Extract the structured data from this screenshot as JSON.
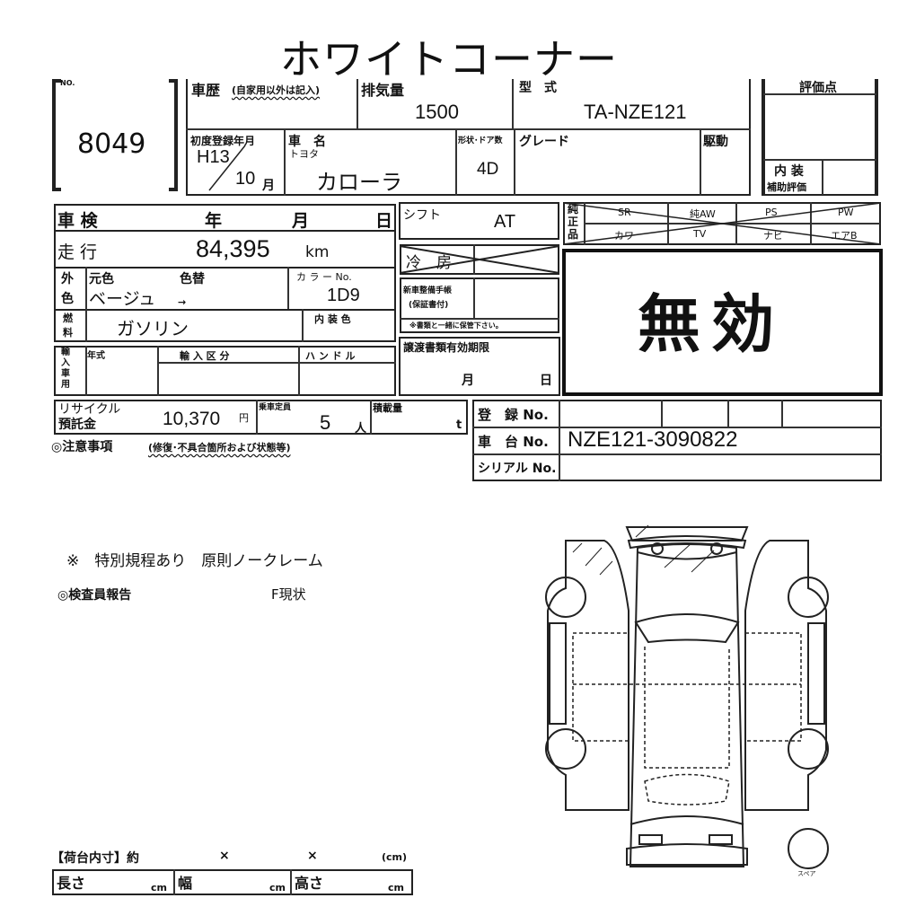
{
  "title": "ホワイトコーナー",
  "lot": {
    "label": "NO.",
    "number": "8049"
  },
  "vehicle": {
    "history_label": "車歴",
    "history_note": "(自家用以外は記入)",
    "displacement_label": "排気量",
    "displacement": "1500",
    "model_code_label": "型　式",
    "model_code": "TA-NZE121",
    "first_reg_label": "初度登録年月",
    "first_reg_era": "H13",
    "first_reg_month": "10",
    "month_unit": "月",
    "name_label": "車　名",
    "maker": "トヨタ",
    "name": "カローラ",
    "body_label": "形状･ドア数",
    "body": "4D",
    "grade_label": "グレード",
    "drive_label": "駆動"
  },
  "rating": {
    "label": "評価点",
    "interior_label": "内 装",
    "interior_sub": "補助評価"
  },
  "inspection": {
    "label": "車 検",
    "year": "年",
    "month": "月",
    "day": "日"
  },
  "mileage": {
    "label": "走 行",
    "value": "84,395",
    "unit": "km"
  },
  "color": {
    "label_1": "外",
    "label_2": "色",
    "orig_label": "元色",
    "change_label": "色替",
    "orig": "ベージュ",
    "arrow": "→",
    "code_label": "カ ラ ー No.",
    "code": "1D9"
  },
  "fuel": {
    "label_1": "燃",
    "label_2": "料",
    "value": "ガソリン",
    "interior_color_label": "内 装 色"
  },
  "import": {
    "label": "輸入車用",
    "year_label": "年式",
    "class_label": "輸 入 区 分",
    "handle_label": "ハ ン ド ル"
  },
  "recycle": {
    "label_1": "リサイクル",
    "label_2": "預託金",
    "value": "10,370",
    "unit": "円",
    "capacity_label": "乗車定員",
    "capacity": "5",
    "capacity_unit": "人",
    "load_label": "積載量",
    "load_unit": "t"
  },
  "caution": {
    "label": "◎注意事項",
    "note": "(修復･不具合箇所および状態等)"
  },
  "shift": {
    "label": "シフト",
    "value": "AT"
  },
  "ac": {
    "label": "冷　房"
  },
  "service_book": {
    "label_1": "新車整備手帳",
    "label_2": "(保証書付)",
    "note": "※書類と一緒に保管下さい。"
  },
  "transfer": {
    "label": "譲渡書類有効期限",
    "month": "月",
    "day": "日"
  },
  "equipment": {
    "label": "純正品",
    "items_top": [
      "SR",
      "純AW",
      "PS",
      "PW"
    ],
    "items_bottom": [
      "カワ",
      "TV",
      "ナビ",
      "エアB"
    ]
  },
  "void_stamp": "無効",
  "registration": {
    "reg_label": "登　録 No.",
    "chassis_label": "車　台 No.",
    "chassis": "NZE121-3090822",
    "serial_label": "シリアル No."
  },
  "notes": {
    "special": "※　特別規程あり　原則ノークレーム",
    "inspector_label": "◎検査員報告",
    "inspector_value": "F現状"
  },
  "cargo": {
    "label": "【荷台内寸】約",
    "x1": "×",
    "x2": "×",
    "unit_paren": "(cm)",
    "length": "長さ",
    "width": "幅",
    "height": "高さ",
    "unit": "cm"
  },
  "diagram": {
    "spare_label": "スペア"
  }
}
